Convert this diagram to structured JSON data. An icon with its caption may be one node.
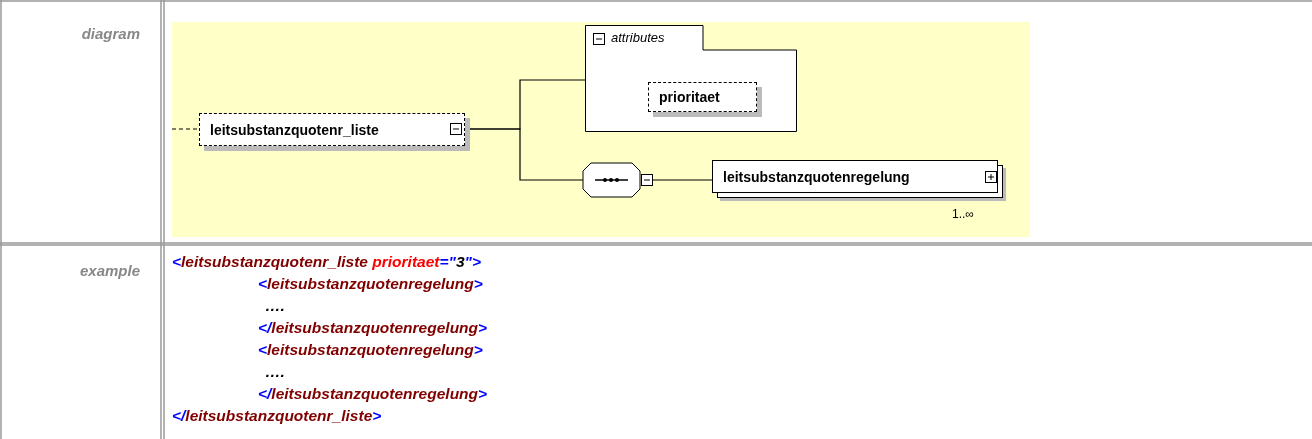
{
  "diagram": {
    "nodes": [
      {
        "text": [
          "leitsubstanzquotenr_liste"
        ]
      },
      {
        "text": [
          "attributes"
        ]
      },
      {
        "text": [
          "prioritaet"
        ],
        "in": 1
      },
      {
        "text": [],
        "shape": "octagon"
      },
      {
        "text": [
          "leitsubstanzquotenregelung"
        ],
        "beside": [
          "1..∞"
        ]
      }
    ],
    "edges": [
      {
        "from": null,
        "to": 0,
        "arrow": "none",
        "style": "dashed"
      },
      {
        "from": 0,
        "to": 1,
        "arrow": "none"
      },
      {
        "from": 0,
        "to": 3,
        "arrow": "none"
      },
      {
        "from": 3,
        "to": 4,
        "arrow": "none"
      }
    ],
    "labels": [
      "diagram",
      "example",
      "<leitsubstanzquotenr_liste prioritaet=\"3\">",
      "<leitsubstanzquotenregelung>",
      "….",
      "</leitsubstanzquotenregelung>",
      "<leitsubstanzquotenregelung>",
      "….",
      "</leitsubstanzquotenregelung>",
      "</leitsubstanzquotenr_liste>"
    ]
  }
}
